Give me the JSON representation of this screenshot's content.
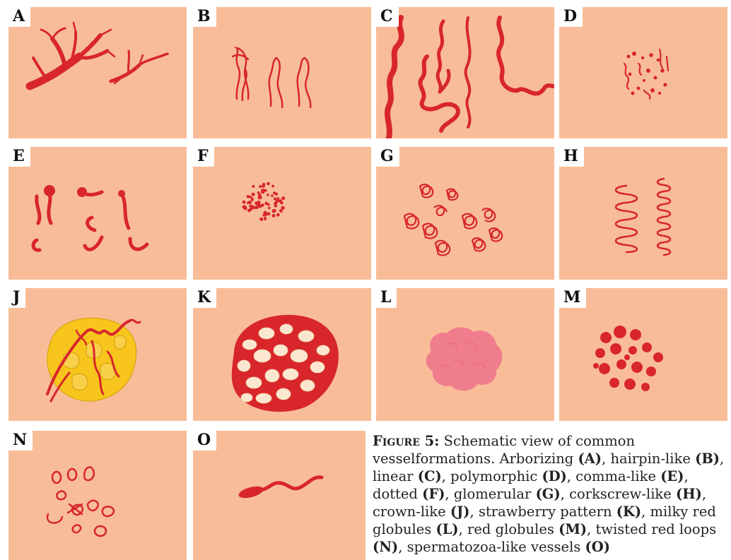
{
  "panels": [
    {
      "label": "A"
    },
    {
      "label": "B"
    },
    {
      "label": "C"
    },
    {
      "label": "D"
    },
    {
      "label": "E"
    },
    {
      "label": "F"
    },
    {
      "label": "G"
    },
    {
      "label": "H"
    },
    {
      "label": "J"
    },
    {
      "label": "K"
    },
    {
      "label": "L"
    },
    {
      "label": "M"
    },
    {
      "label": "N"
    },
    {
      "label": "O"
    }
  ],
  "caption": {
    "figure_label": "Figure 5:",
    "parts": [
      {
        "text": " Schematic view of common vesselformations. Arborizing ",
        "bold": false
      },
      {
        "text": "(A)",
        "bold": true
      },
      {
        "text": ", hairpin-like ",
        "bold": false
      },
      {
        "text": "(B)",
        "bold": true
      },
      {
        "text": ", linear ",
        "bold": false
      },
      {
        "text": "(C)",
        "bold": true
      },
      {
        "text": ", polymorphic ",
        "bold": false
      },
      {
        "text": "(D)",
        "bold": true
      },
      {
        "text": ", comma-like ",
        "bold": false
      },
      {
        "text": "(E)",
        "bold": true
      },
      {
        "text": ", dotted ",
        "bold": false
      },
      {
        "text": "(F)",
        "bold": true
      },
      {
        "text": ", glomerular ",
        "bold": false
      },
      {
        "text": "(G)",
        "bold": true
      },
      {
        "text": ", corkscrew-like ",
        "bold": false
      },
      {
        "text": "(H)",
        "bold": true
      },
      {
        "text": ", crown-like ",
        "bold": false
      },
      {
        "text": "(J)",
        "bold": true
      },
      {
        "text": ", strawberry pattern ",
        "bold": false
      },
      {
        "text": "(K)",
        "bold": true
      },
      {
        "text": ", milky red globules ",
        "bold": false
      },
      {
        "text": "(L)",
        "bold": true
      },
      {
        "text": ", red globules ",
        "bold": false
      },
      {
        "text": "(M)",
        "bold": true
      },
      {
        "text": ", twisted red loops ",
        "bold": false
      },
      {
        "text": "(N)",
        "bold": true
      },
      {
        "text": ", spermatozoa-like vessels ",
        "bold": false
      },
      {
        "text": "(O)",
        "bold": true
      }
    ]
  },
  "colors": {
    "panel_bg": "#f8bd98",
    "vessel_red": "#d8262b",
    "yellow": "#f7c51c",
    "milky_pink": "#f07d8c",
    "cream": "#fbe7cf"
  }
}
